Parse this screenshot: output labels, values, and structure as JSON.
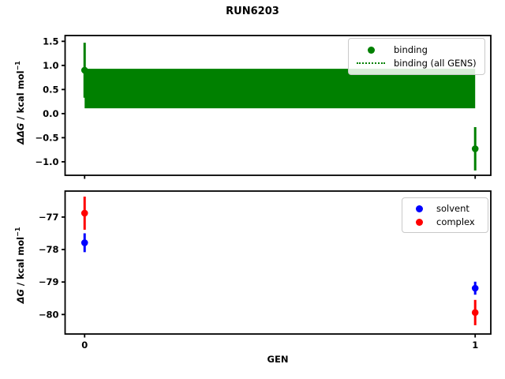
{
  "title": "RUN6203",
  "colors": {
    "binding_green": "#008000",
    "solvent_blue": "#0000ff",
    "complex_red": "#ff0000",
    "axes_black": "#000000",
    "legend_border": "#c9c9c9",
    "background": "#ffffff"
  },
  "chart_data": [
    {
      "type": "scatter",
      "title": "RUN6203",
      "xlabel": "",
      "ylabel": {
        "math": "ΔΔG",
        "rest": " / kcal mol",
        "sup": "−1"
      },
      "xlim": [
        -0.05,
        1.04
      ],
      "ylim": [
        -1.28,
        1.62
      ],
      "xticks": [
        0,
        1
      ],
      "xticklabels": [
        "",
        ""
      ],
      "yticks": [
        1.5,
        1.0,
        0.5,
        0.0,
        -0.5,
        -1.0
      ],
      "yticklabels": [
        "1.5",
        "1.0",
        "0.5",
        "0.0",
        "−0.5",
        "−1.0"
      ],
      "grid": false,
      "series": [
        {
          "name": "binding",
          "color": "#008000",
          "marker": "circle",
          "x": [
            0,
            1
          ],
          "y": [
            0.9,
            -0.73
          ],
          "yerr": [
            0.57,
            0.45
          ]
        }
      ],
      "band": {
        "name": "binding (all GENS)",
        "color": "#008000",
        "linestyle": "dotted",
        "x": [
          0,
          1
        ],
        "center": 0.52,
        "lo": 0.11,
        "hi": 0.93
      },
      "legend": {
        "position": "upper right",
        "items": [
          {
            "label": "binding",
            "marker": "dot",
            "color": "#008000"
          },
          {
            "label": "binding (all GENS)",
            "marker": "dotted-line",
            "color": "#008000"
          }
        ]
      }
    },
    {
      "type": "scatter",
      "xlabel": "GEN",
      "ylabel": {
        "math": "ΔG",
        "rest": " / kcal mol",
        "sup": "−1"
      },
      "xlim": [
        -0.05,
        1.04
      ],
      "ylim": [
        -80.6,
        -76.2
      ],
      "xticks": [
        0,
        1
      ],
      "xticklabels": [
        "0",
        "1"
      ],
      "yticks": [
        -77,
        -78,
        -79,
        -80
      ],
      "yticklabels": [
        "−77",
        "−78",
        "−79",
        "−80"
      ],
      "grid": false,
      "series": [
        {
          "name": "solvent",
          "color": "#0000ff",
          "marker": "circle",
          "x": [
            0,
            1
          ],
          "y": [
            -77.79,
            -79.19
          ],
          "yerr": [
            0.29,
            0.2
          ]
        },
        {
          "name": "complex",
          "color": "#ff0000",
          "marker": "circle",
          "x": [
            0,
            1
          ],
          "y": [
            -76.88,
            -79.94
          ],
          "yerr": [
            0.51,
            0.39
          ]
        }
      ],
      "legend": {
        "position": "upper right",
        "items": [
          {
            "label": "solvent",
            "marker": "dot",
            "color": "#0000ff"
          },
          {
            "label": "complex",
            "marker": "dot",
            "color": "#ff0000"
          }
        ]
      }
    }
  ]
}
